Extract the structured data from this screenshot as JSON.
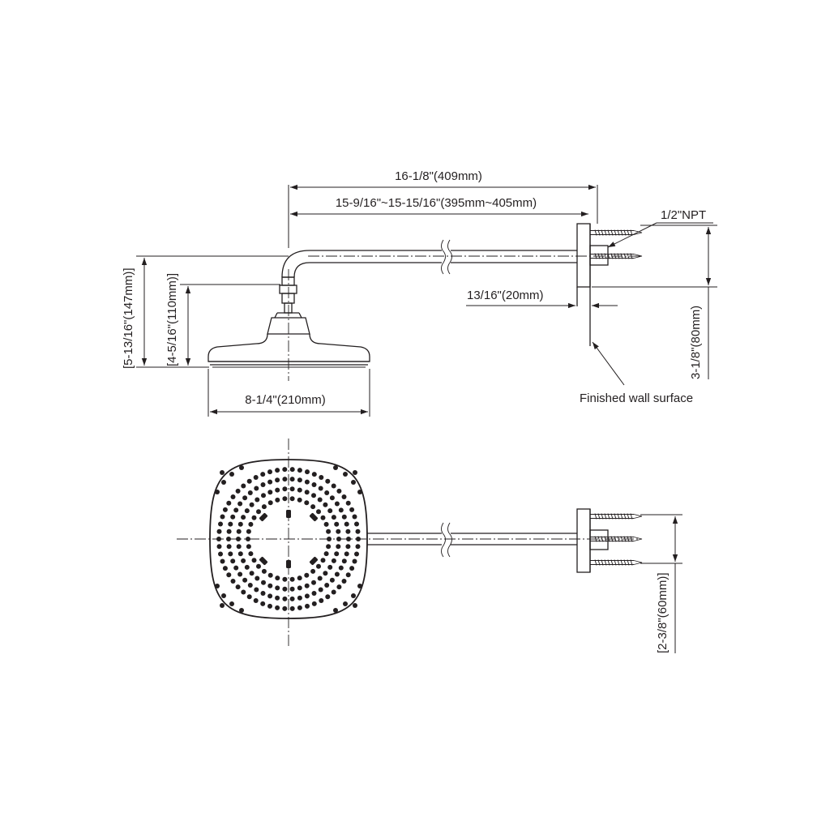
{
  "dimensions": {
    "overall_length": "16-1/8\"(409mm)",
    "arm_range": "15-9/16\"~15-15/16\"(395mm~405mm)",
    "thread": "1/2\"NPT",
    "flange_gap": "13/16\"(20mm)",
    "wall_label": "Finished wall surface",
    "wall_drop": "3-1/8\"(80mm)",
    "total_height": "[5-13/16\"(147mm)]",
    "head_height": "[4-5/16\"(110mm)]",
    "head_width": "8-1/4\"(210mm)",
    "flange_spacing": "[2-3/8\"(60mm)]"
  }
}
